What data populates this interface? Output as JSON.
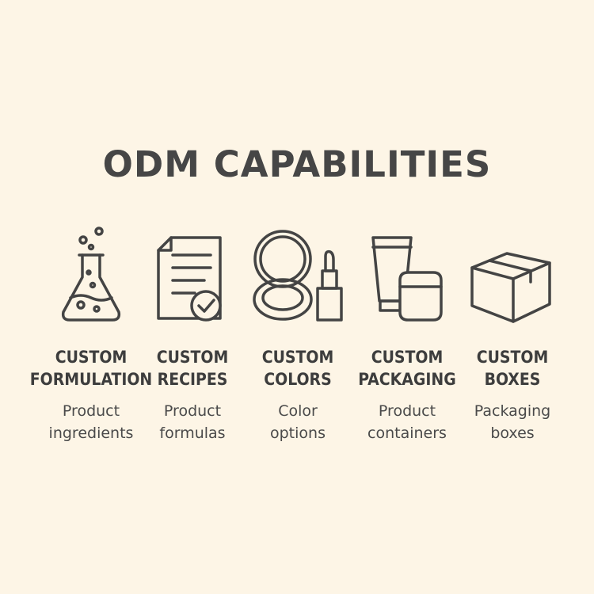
{
  "title": "ODM CAPABILITIES",
  "items": [
    {
      "label_line1": "CUSTOM",
      "label_line2": "FORMULATION",
      "desc_line1": "Product",
      "desc_line2": "ingredients",
      "icon": "flask-icon"
    },
    {
      "label_line1": "CUSTOM",
      "label_line2": "RECIPES",
      "desc_line1": "Product",
      "desc_line2": "formulas",
      "icon": "document-check-icon"
    },
    {
      "label_line1": "CUSTOM",
      "label_line2": "COLORS",
      "desc_line1": "Color",
      "desc_line2": "options",
      "icon": "compact-lipstick-icon"
    },
    {
      "label_line1": "CUSTOM",
      "label_line2": "PACKAGING",
      "desc_line1": "Product",
      "desc_line2": "containers",
      "icon": "tube-jar-icon"
    },
    {
      "label_line1": "CUSTOM",
      "label_line2": "BOXES",
      "desc_line1": "Packaging",
      "desc_line2": "boxes",
      "icon": "box-icon"
    }
  ],
  "colors": {
    "background": "#fdf5e6",
    "text": "#3d3d3d",
    "icon_stroke": "#444444"
  }
}
